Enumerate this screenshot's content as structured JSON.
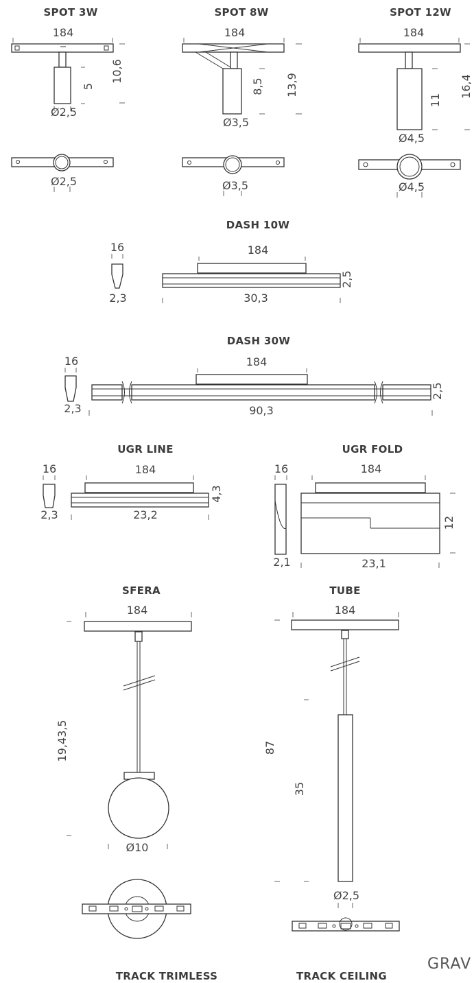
{
  "products": {
    "spot3": {
      "title": "SPOT 3W",
      "d_track": "184",
      "d_total": "10,6",
      "d_body": "5",
      "d_diam": "Ø2,5",
      "d_diam_bottom": "Ø2,5"
    },
    "spot8": {
      "title": "SPOT 8W",
      "d_track": "184",
      "d_total": "13,9",
      "d_body": "8,5",
      "d_diam": "Ø3,5",
      "d_diam_bottom": "Ø3,5"
    },
    "spot12": {
      "title": "SPOT 12W",
      "d_track": "184",
      "d_total": "16,4",
      "d_body": "11",
      "d_diam": "Ø4,5",
      "d_diam_bottom": "Ø4,5"
    },
    "dash10": {
      "title": "DASH 10W",
      "d_width": "16",
      "d_depth": "2,3",
      "d_track": "184",
      "d_height": "2,5",
      "d_length": "30,3"
    },
    "dash30": {
      "title": "DASH 30W",
      "d_width": "16",
      "d_depth": "2,3",
      "d_track": "184",
      "d_height": "2,5",
      "d_length": "90,3"
    },
    "ugrline": {
      "title": "UGR LINE",
      "d_width": "16",
      "d_depth": "2,3",
      "d_track": "184",
      "d_height": "4,3",
      "d_length": "23,2"
    },
    "ugrfold": {
      "title": "UGR FOLD",
      "d_width": "16",
      "d_depth": "2,1",
      "d_track": "184",
      "d_height": "12",
      "d_length": "23,1"
    },
    "sfera": {
      "title": "SFERA",
      "d_track": "184",
      "d_drop": "19,43,5",
      "d_diam": "Ø10"
    },
    "tube": {
      "title": "TUBE",
      "d_track": "184",
      "d_drop": "87",
      "d_body": "35",
      "d_diam": "Ø2,5"
    }
  },
  "footer": {
    "trimless": "TRACK TRIMLESS",
    "ceiling": "TRACK CEILING",
    "brand": "GRAV"
  }
}
